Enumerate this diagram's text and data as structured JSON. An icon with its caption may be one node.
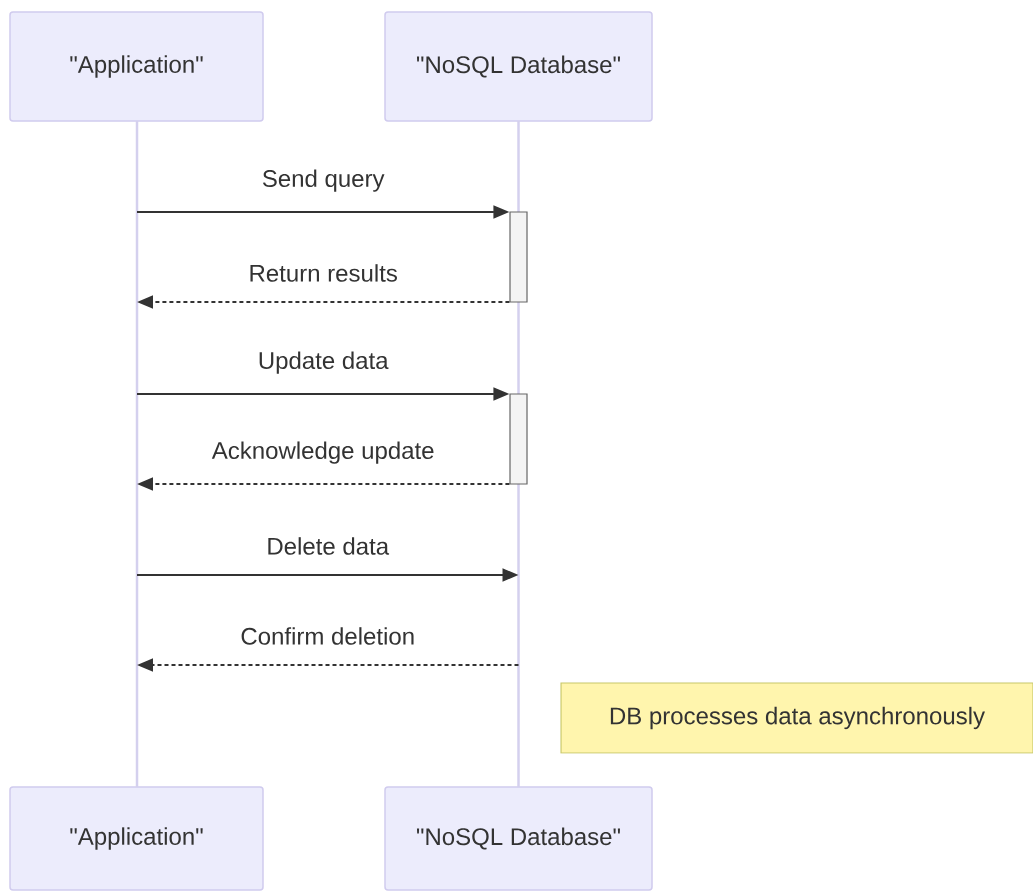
{
  "diagram": {
    "nodes": [
      {
        "text": [
          "\"Application\""
        ]
      },
      {
        "text": [
          "\"NoSQL Database\""
        ]
      },
      {
        "text": [
          "\"Application\""
        ]
      },
      {
        "text": [
          "\"NoSQL Database\""
        ]
      },
      {
        "text": [
          "DB processes data asynchronously"
        ]
      },
      {
        "text": [],
        "shape": "line"
      },
      {
        "text": [],
        "shape": "line"
      },
      {
        "text": [],
        "shape": "bar"
      },
      {
        "text": [],
        "shape": "bar"
      }
    ],
    "edges": [
      {
        "from": 5,
        "to": 7,
        "arrow": "to",
        "label": "Send query"
      },
      {
        "from": 7,
        "to": 5,
        "arrow": "to",
        "style": "dashed",
        "label": "Return results"
      },
      {
        "from": 5,
        "to": 8,
        "arrow": "to",
        "label": "Update data"
      },
      {
        "from": 8,
        "to": 5,
        "arrow": "to",
        "style": "dashed",
        "label": "Acknowledge update"
      },
      {
        "from": 5,
        "to": 6,
        "arrow": "to",
        "label": "Delete data"
      },
      {
        "from": 6,
        "to": 5,
        "arrow": "to",
        "style": "dashed",
        "label": "Confirm deletion"
      }
    ]
  }
}
